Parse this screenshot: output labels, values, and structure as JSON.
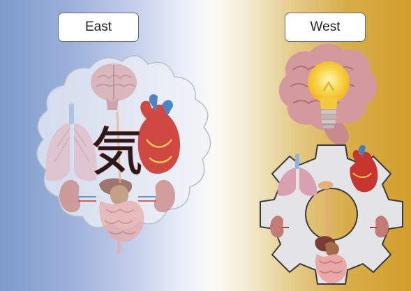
{
  "labels": {
    "east": "East",
    "west": "West"
  },
  "east_panel": {
    "central_character": "気",
    "organs": [
      "brain",
      "lungs",
      "heart",
      "kidneys",
      "liver",
      "stomach",
      "intestines"
    ],
    "frame_shape": "rounded-sun-burst",
    "frame_color": "#e9edf5"
  },
  "west_panel": {
    "brain_idea": "lightbulb",
    "organs": [
      "brain",
      "lungs",
      "heart",
      "kidneys",
      "stomach",
      "intestines"
    ],
    "frame_shape": "gear",
    "frame_color": "#e4e4e6"
  },
  "colors": {
    "left_background": "#7d9bcc",
    "right_background": "#d39e2a",
    "brain": "#d59aa0",
    "lung": "#d9a3ad",
    "heart_red": "#c8352e",
    "vessel_blue": "#3f7ec2",
    "kidney": "#c47a76",
    "intestine": "#e9a7a6",
    "liver": "#7a3b32",
    "bulb_yellow": "#f7cf3b"
  }
}
